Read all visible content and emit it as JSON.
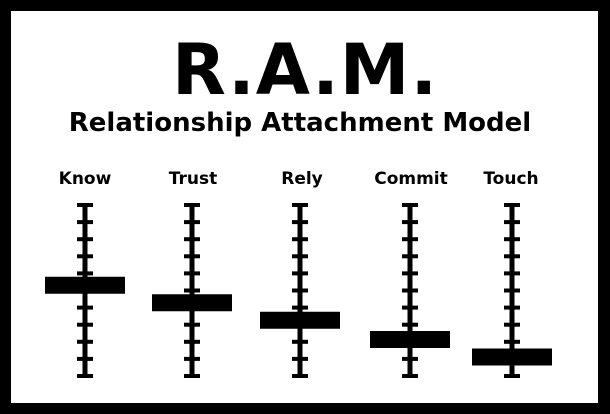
{
  "title": "R.A.M.",
  "subtitle": "Relationship Attachment Model",
  "scales": [
    {
      "label": "Know",
      "level": 0.53
    },
    {
      "label": "Trust",
      "level": 0.43
    },
    {
      "label": "Rely",
      "level": 0.33
    },
    {
      "label": "Commit",
      "level": 0.22
    },
    {
      "label": "Touch",
      "level": 0.12
    }
  ],
  "colors": {
    "ink": "#000000",
    "paper": "#ffffff"
  }
}
